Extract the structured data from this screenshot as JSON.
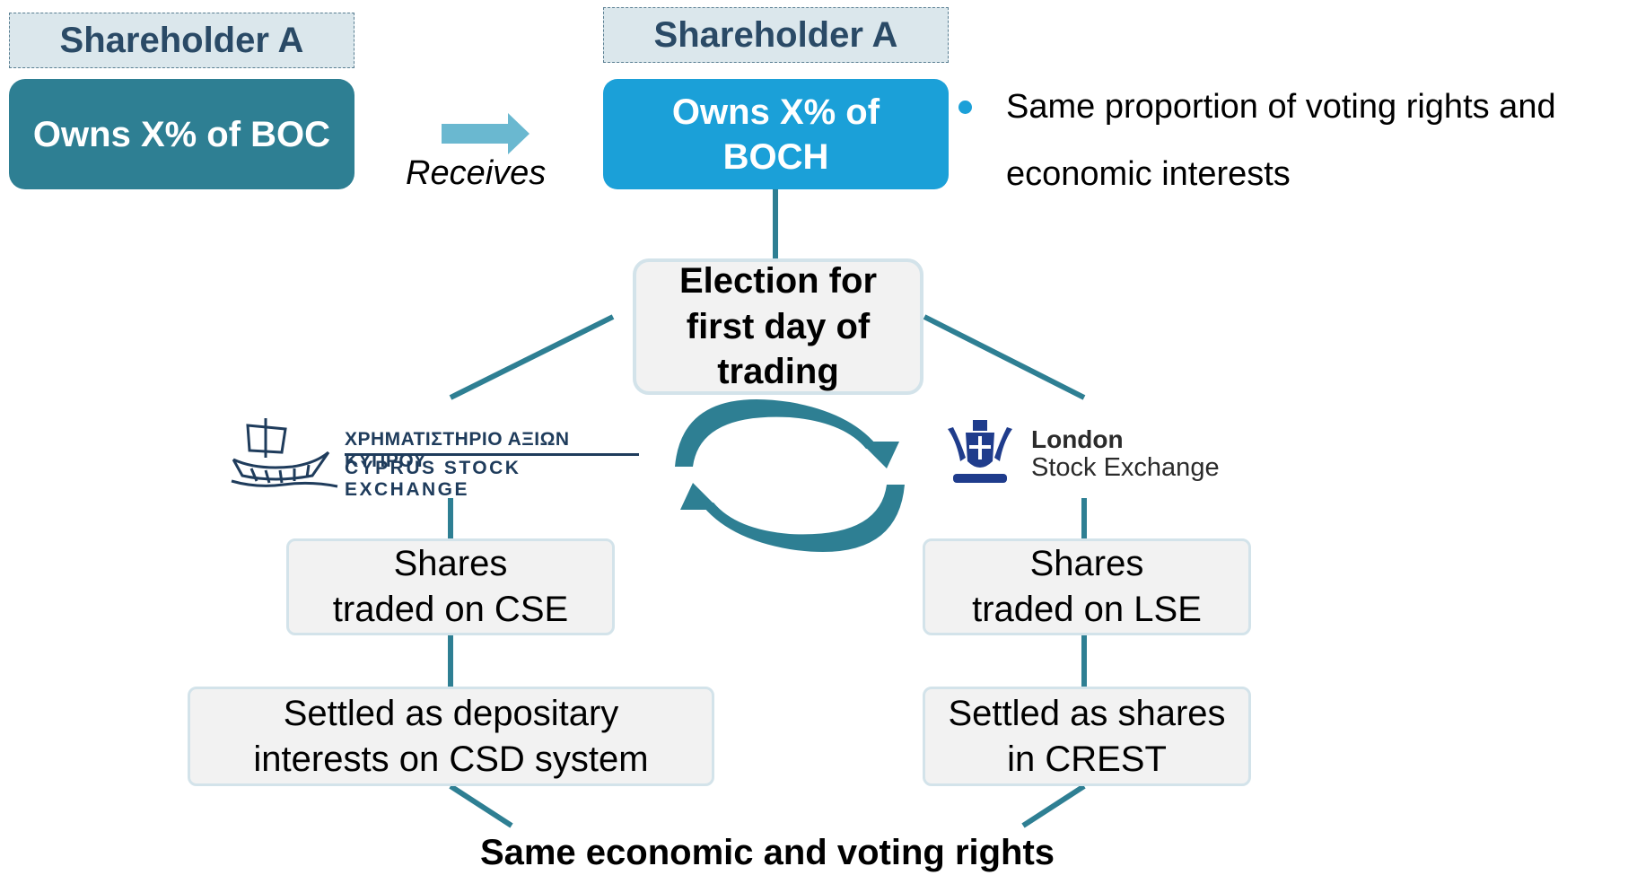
{
  "left": {
    "shareholder_label": "Shareholder A",
    "owns_label": "Owns X% of BOC"
  },
  "arrow_label": "Receives",
  "right": {
    "shareholder_label": "Shareholder A",
    "owns_label_line1": "Owns X% of",
    "owns_label_line2": "BOCH"
  },
  "bullet": {
    "line1": "Same proportion of voting rights and",
    "line2": "economic interests"
  },
  "election": {
    "line1": "Election for",
    "line2": "first day of",
    "line3": "trading"
  },
  "cse": {
    "name_greek": "ΧΡΗΜΑΤΙΣΤΗΡΙΟ ΑΞΙΩΝ ΚΥΠΡΟΥ",
    "name_english": "CYPRUS STOCK EXCHANGE",
    "traded_line1": "Shares",
    "traded_line2": "traded on CSE",
    "settled_line1": "Settled as depositary",
    "settled_line2": "interests on CSD system"
  },
  "lse": {
    "name_line1": "London",
    "name_line2": "Stock Exchange",
    "traded_line1": "Shares",
    "traded_line2": "traded on LSE",
    "settled_line1": "Settled as shares",
    "settled_line2": "in CREST"
  },
  "bottom_title": "Same economic and voting rights",
  "colors": {
    "boc_box": "#2e7f93",
    "boch_box": "#1ba0d8",
    "connector": "#2e7f93",
    "arrow": "#6ab8d0",
    "cycle": "#2e7f93"
  }
}
